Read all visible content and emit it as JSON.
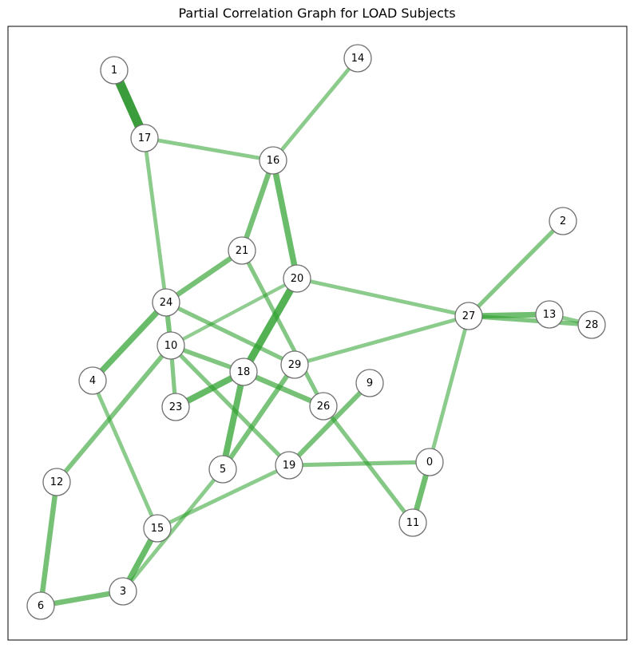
{
  "title": "Partial Correlation Graph for LOAD Subjects",
  "colors": {
    "edge": "#2ca02c",
    "edge_strong": "#2f962f",
    "node_fill": "#ffffff",
    "node_stroke": "#707070",
    "frame": "#000000",
    "background": "#ffffff"
  },
  "nodes": [
    "0",
    "1",
    "2",
    "3",
    "4",
    "5",
    "6",
    "9",
    "10",
    "11",
    "12",
    "13",
    "14",
    "15",
    "16",
    "17",
    "18",
    "19",
    "20",
    "21",
    "23",
    "24",
    "26",
    "27",
    "28",
    "29"
  ],
  "edges": [
    {
      "source": "1",
      "target": "17",
      "weight": 1.0
    },
    {
      "source": "17",
      "target": "16",
      "weight": 0.25
    },
    {
      "source": "17",
      "target": "24",
      "weight": 0.25
    },
    {
      "source": "16",
      "target": "14",
      "weight": 0.25
    },
    {
      "source": "16",
      "target": "21",
      "weight": 0.45
    },
    {
      "source": "16",
      "target": "20",
      "weight": 0.55
    },
    {
      "source": "20",
      "target": "18",
      "weight": 0.75
    },
    {
      "source": "20",
      "target": "27",
      "weight": 0.25
    },
    {
      "source": "20",
      "target": "10",
      "weight": 0.2
    },
    {
      "source": "21",
      "target": "24",
      "weight": 0.45
    },
    {
      "source": "21",
      "target": "26",
      "weight": 0.3
    },
    {
      "source": "2",
      "target": "27",
      "weight": 0.3
    },
    {
      "source": "27",
      "target": "13",
      "weight": 0.5
    },
    {
      "source": "27",
      "target": "28",
      "weight": 0.35
    },
    {
      "source": "13",
      "target": "28",
      "weight": 0.25
    },
    {
      "source": "27",
      "target": "29",
      "weight": 0.25
    },
    {
      "source": "27",
      "target": "0",
      "weight": 0.25
    },
    {
      "source": "24",
      "target": "10",
      "weight": 0.4
    },
    {
      "source": "24",
      "target": "4",
      "weight": 0.55
    },
    {
      "source": "24",
      "target": "29",
      "weight": 0.3
    },
    {
      "source": "10",
      "target": "18",
      "weight": 0.35
    },
    {
      "source": "10",
      "target": "23",
      "weight": 0.3
    },
    {
      "source": "10",
      "target": "12",
      "weight": 0.35
    },
    {
      "source": "10",
      "target": "19",
      "weight": 0.3
    },
    {
      "source": "18",
      "target": "23",
      "weight": 0.6
    },
    {
      "source": "18",
      "target": "26",
      "weight": 0.45
    },
    {
      "source": "18",
      "target": "5",
      "weight": 0.6
    },
    {
      "source": "29",
      "target": "5",
      "weight": 0.4
    },
    {
      "source": "26",
      "target": "11",
      "weight": 0.3
    },
    {
      "source": "9",
      "target": "19",
      "weight": 0.4
    },
    {
      "source": "19",
      "target": "0",
      "weight": 0.3
    },
    {
      "source": "19",
      "target": "15",
      "weight": 0.25
    },
    {
      "source": "0",
      "target": "11",
      "weight": 0.5
    },
    {
      "source": "4",
      "target": "15",
      "weight": 0.25
    },
    {
      "source": "5",
      "target": "3",
      "weight": 0.25
    },
    {
      "source": "15",
      "target": "3",
      "weight": 0.55
    },
    {
      "source": "3",
      "target": "6",
      "weight": 0.45
    },
    {
      "source": "12",
      "target": "6",
      "weight": 0.45
    }
  ]
}
